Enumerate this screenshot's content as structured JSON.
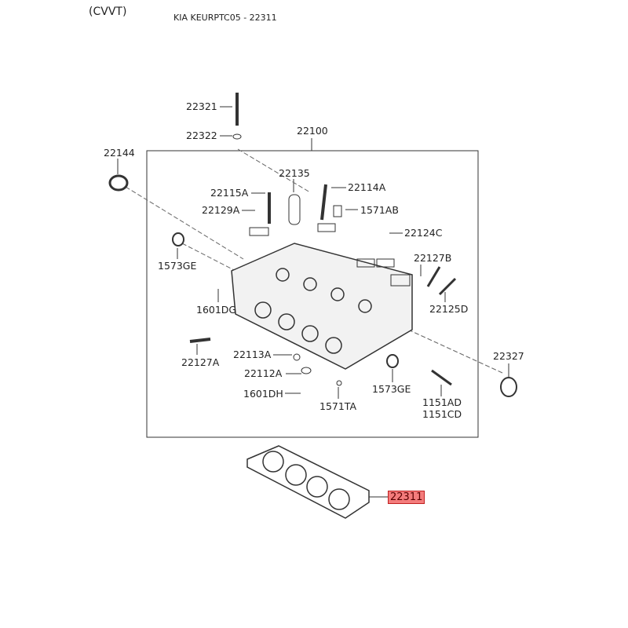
{
  "header": {
    "variant": "(CVVT)",
    "title": "KIA KEURPTC05 - 22311"
  },
  "colors": {
    "highlight": "#f47c7c",
    "highlight_border": "#c02020"
  },
  "labels": {
    "l22321": "22321",
    "l22322": "22322",
    "l22100": "22100",
    "l22144": "22144",
    "l22135": "22135",
    "l22115A": "22115A",
    "l22114A": "22114A",
    "l22129A": "22129A",
    "l1571AB": "1571AB",
    "l22124C": "22124C",
    "l22127B": "22127B",
    "l1573GE_a": "1573GE",
    "l1601DG": "1601DG",
    "l22125D": "22125D",
    "l22113A": "22113A",
    "l22327": "22327",
    "l22127A": "22127A",
    "l22112A": "22112A",
    "l1573GE_b": "1573GE",
    "l1601DH": "1601DH",
    "l1571TA": "1571TA",
    "l1151AD": "1151AD",
    "l1151CD": "1151CD"
  },
  "highlighted_part": "22311"
}
